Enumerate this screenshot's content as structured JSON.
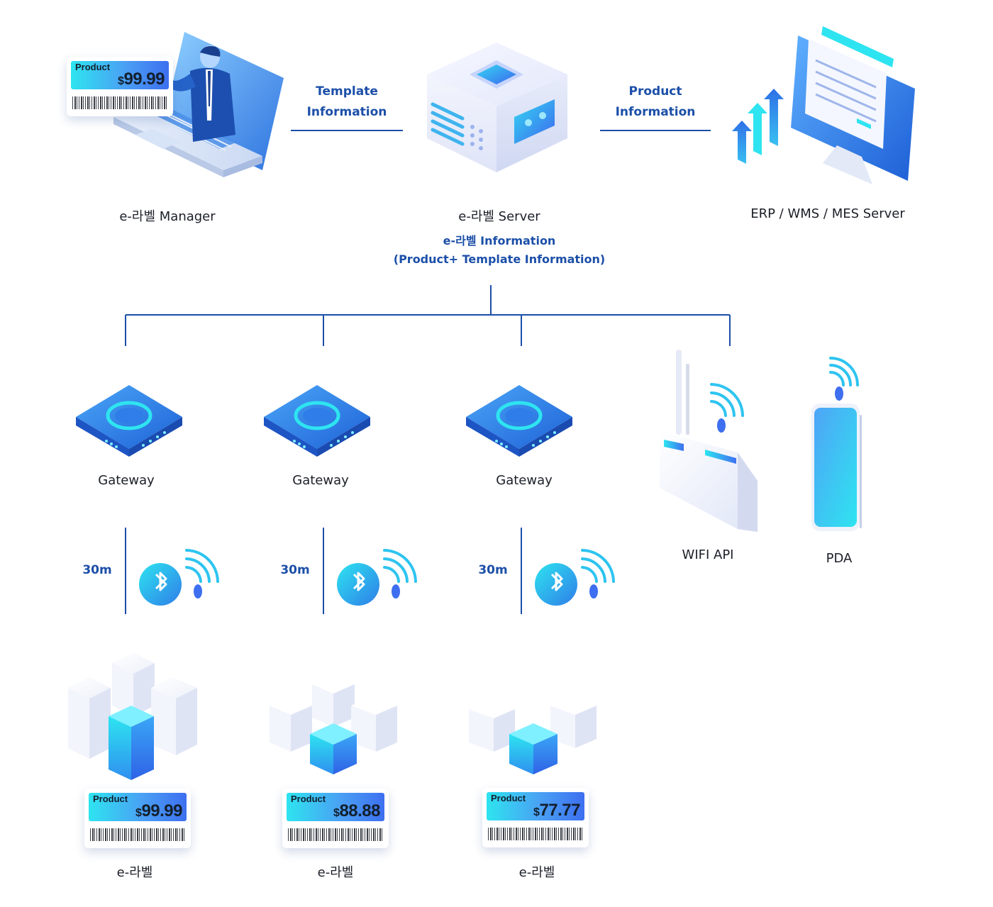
{
  "nodes": {
    "manager_label": "e-라벨 Manager",
    "server_label": "e-라벨 Server",
    "erp_label": "ERP / WMS / MES Server",
    "gateway_label": "Gateway",
    "wifi_label": "WIFI API",
    "pda_label": "PDA",
    "elabel_label": "e-라벨"
  },
  "edges": {
    "template_info_line1": "Template",
    "template_info_line2": "Information",
    "product_info_line1": "Product",
    "product_info_line2": "Information"
  },
  "server_info": {
    "line1": "e-라벨 Information",
    "line2": "(Product+ Template Information)"
  },
  "range": "30m",
  "price_tags": {
    "manager": {
      "name": "Product",
      "currency": "$",
      "price": "99.99"
    },
    "labels": [
      {
        "name": "Product",
        "currency": "$",
        "price": "99.99"
      },
      {
        "name": "Product",
        "currency": "$",
        "price": "88.88"
      },
      {
        "name": "Product",
        "currency": "$",
        "price": "77.77"
      }
    ]
  },
  "colors": {
    "line": "#1c4fa8",
    "accent_blue": "#2f7de8",
    "accent_cyan": "#2ee4f0"
  },
  "icons": [
    "laptop-icon",
    "person-icon",
    "server-icon",
    "monitor-icon",
    "arrow-up-icon",
    "gateway-icon",
    "bluetooth-icon",
    "wifi-signal-icon",
    "router-icon",
    "phone-icon",
    "box-icon",
    "price-tag-icon",
    "barcode-icon"
  ]
}
